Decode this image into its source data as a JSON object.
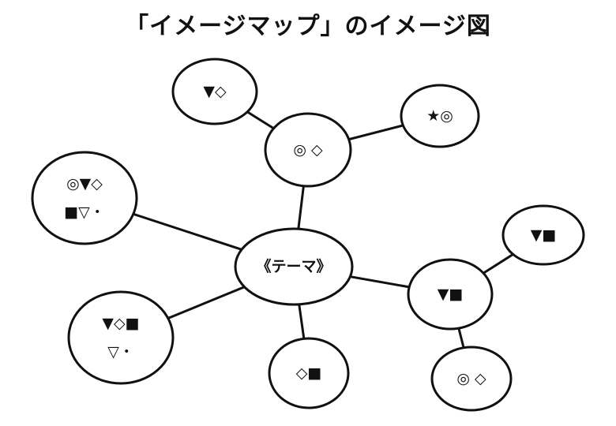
{
  "title": "「イメージマップ」のイメージ図",
  "nodes": {
    "center": {
      "lines": [
        "《テーマ》"
      ]
    },
    "top": {
      "lines": [
        "◎ ◇"
      ]
    },
    "top_left": {
      "lines": [
        "▼◇"
      ]
    },
    "top_right": {
      "lines": [
        "★◎"
      ]
    },
    "left_upper": {
      "lines": [
        "◎▼◇",
        "■▽・"
      ]
    },
    "left_lower": {
      "lines": [
        "▼◇■",
        "▽・"
      ]
    },
    "bottom": {
      "lines": [
        "◇■"
      ]
    },
    "right": {
      "lines": [
        "▼■"
      ]
    },
    "right_top": {
      "lines": [
        "▼■"
      ]
    },
    "right_bottom": {
      "lines": [
        "◎ ◇"
      ]
    }
  },
  "edges": [
    [
      "center",
      "top"
    ],
    [
      "top",
      "top_left"
    ],
    [
      "top",
      "top_right"
    ],
    [
      "center",
      "left_upper"
    ],
    [
      "center",
      "left_lower"
    ],
    [
      "center",
      "bottom"
    ],
    [
      "center",
      "right"
    ],
    [
      "right",
      "right_top"
    ],
    [
      "right",
      "right_bottom"
    ]
  ],
  "colors": {
    "stroke": "#111111",
    "fill": "#ffffff"
  }
}
